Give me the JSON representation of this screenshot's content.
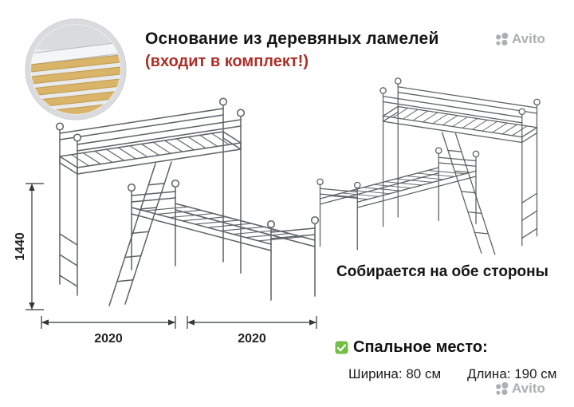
{
  "header": {
    "title": "Основание из деревяных ламелей",
    "subtitle": "(входит в комплект!)"
  },
  "diagram": {
    "height_mm": "1440",
    "width_left_mm": "2020",
    "width_right_mm": "2020",
    "caption_right": "Собирается на обе стороны"
  },
  "sleeping_area": {
    "title": "Спальное место:",
    "width": "Ширина: 80 см",
    "length": "Длина: 190 см"
  },
  "watermark": {
    "brand": "Avito"
  },
  "colors": {
    "accent_red": "#ab2f26",
    "highlight_green": "#72bf44",
    "line_gray": "#5d6066",
    "watermark_gray": "#a7a9ae",
    "wood": "#d9b469"
  }
}
